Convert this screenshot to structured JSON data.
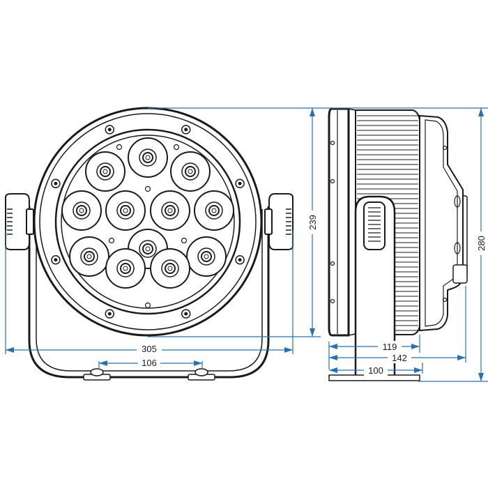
{
  "colors": {
    "line": "#1a1a1a",
    "dimension": "#2a6fb0",
    "background": "#ffffff"
  },
  "dimensions": {
    "front_width": "305",
    "front_height": "239",
    "bracket_spacing": "106",
    "side_body_depth": "119",
    "side_total_depth": "142",
    "side_bracket_width": "100",
    "side_total_height": "280"
  },
  "icons": {
    "led_lens": "led-lens-icon",
    "screw": "screw-icon",
    "handle_knob": "bracket-knob-icon"
  }
}
